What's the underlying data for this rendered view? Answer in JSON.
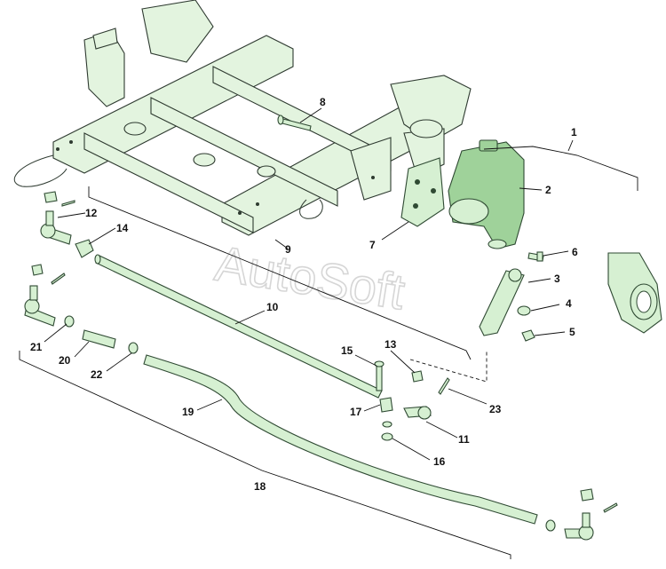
{
  "watermark": "AutoSoft",
  "callouts": {
    "c1": "1",
    "c2": "2",
    "c3": "3",
    "c4": "4",
    "c5": "5",
    "c6": "6",
    "c7": "7",
    "c8": "8",
    "c9": "9",
    "c10": "10",
    "c11": "11",
    "c12": "12",
    "c13": "13",
    "c14": "14",
    "c15": "15",
    "c16": "16",
    "c17": "17",
    "c18": "18",
    "c19": "19",
    "c20": "20",
    "c21": "21",
    "c22": "22",
    "c23": "23"
  },
  "colors": {
    "part_fill": "#d6f0d2",
    "part_dark": "#9fd29a",
    "outline": "#2f4a33"
  }
}
